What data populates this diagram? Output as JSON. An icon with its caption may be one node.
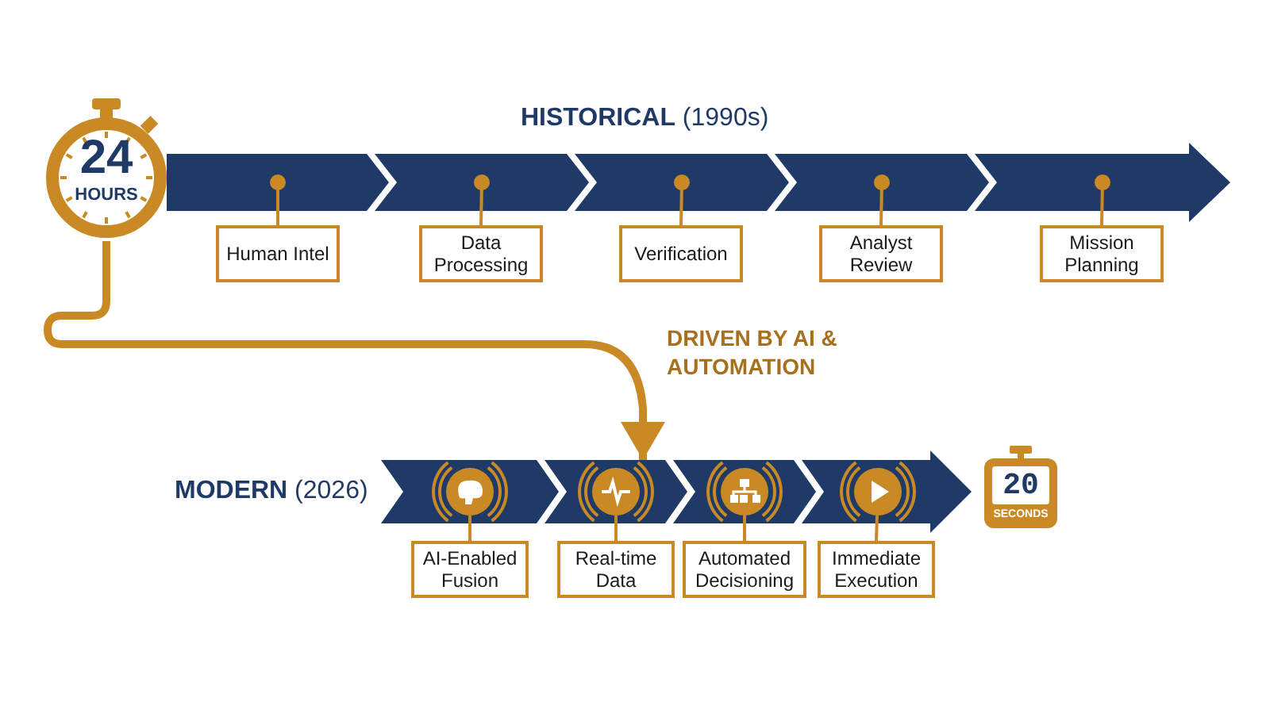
{
  "diagram": {
    "nodes": [
      {
        "text": [
          "24",
          "HOURS"
        ]
      },
      {
        "text": [],
        "shape": "chevron"
      },
      {
        "text": [],
        "shape": "chevron"
      },
      {
        "text": [],
        "shape": "chevron"
      },
      {
        "text": [],
        "shape": "chevron"
      },
      {
        "text": [],
        "shape": "chevron"
      },
      {
        "text": [
          "Human Intel"
        ]
      },
      {
        "text": [
          "Data Processing"
        ]
      },
      {
        "text": [
          "Verification"
        ]
      },
      {
        "text": [
          "Analyst Review"
        ]
      },
      {
        "text": [
          "Mission Planning"
        ]
      },
      {
        "text": [],
        "shape": "chevron"
      },
      {
        "text": [],
        "shape": "chevron"
      },
      {
        "text": [],
        "shape": "chevron"
      },
      {
        "text": [],
        "shape": "chevron"
      },
      {
        "text": [],
        "shape": "circle",
        "in": 11
      },
      {
        "text": [],
        "shape": "circle",
        "in": 12
      },
      {
        "text": [],
        "shape": "circle",
        "in": 13
      },
      {
        "text": [],
        "shape": "circle",
        "in": 14
      },
      {
        "text": [
          "AI-Enabled Fusion"
        ]
      },
      {
        "text": [
          "Real-time Data"
        ]
      },
      {
        "text": [
          "Automated Decisioning"
        ]
      },
      {
        "text": [
          "Immediate Execution"
        ]
      },
      {
        "text": [
          "20",
          "SECONDS"
        ]
      }
    ],
    "edges": [
      {
        "from": 1,
        "to": 6,
        "arrow": "other"
      },
      {
        "from": 2,
        "to": 7,
        "arrow": "other"
      },
      {
        "from": 3,
        "to": 8,
        "arrow": "other"
      },
      {
        "from": 4,
        "to": 9,
        "arrow": "other"
      },
      {
        "from": 5,
        "to": 10,
        "arrow": "other"
      },
      {
        "from": 0,
        "to": 12,
        "arrow": "to",
        "label": "DRIVEN BY AI & AUTOMATION",
        "style": "thick"
      },
      {
        "from": 15,
        "to": 19,
        "arrow": "none"
      },
      {
        "from": 16,
        "to": 20,
        "arrow": "none"
      },
      {
        "from": 17,
        "to": 21,
        "arrow": "none"
      },
      {
        "from": 18,
        "to": 22,
        "arrow": "none"
      }
    ],
    "labels": [
      "**HISTORICAL** (1990s)",
      "**MODERN** (2026)"
    ]
  }
}
